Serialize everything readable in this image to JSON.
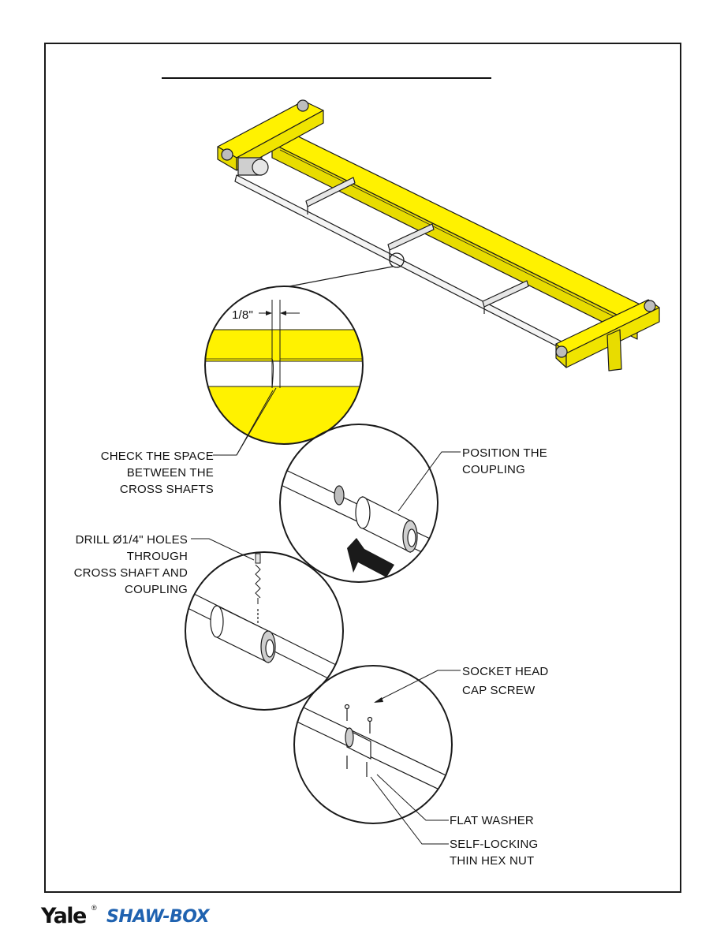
{
  "labels": {
    "gap_dimension": "1/8\"",
    "check_space": [
      "CHECK THE SPACE",
      "BETWEEN THE",
      "CROSS SHAFTS"
    ],
    "position_coupling": [
      "POSITION THE",
      "COUPLING"
    ],
    "drill_holes": [
      "DRILL Ø1/4\" HOLES",
      "THROUGH",
      "CROSS SHAFT AND",
      "COUPLING"
    ],
    "socket_head": [
      "SOCKET HEAD",
      "CAP SCREW"
    ],
    "flat_washer": "FLAT WASHER",
    "hex_nut": [
      "SELF-LOCKING",
      "THIN HEX NUT"
    ]
  },
  "footer": {
    "brand_yale": "Yale",
    "registered_mark": "®",
    "brand_shawbox": "SHAW-BOX"
  },
  "colors": {
    "crane_yellow": "#fff200",
    "outline": "#1a1a1a",
    "shawbox_blue": "#1f62b0"
  }
}
